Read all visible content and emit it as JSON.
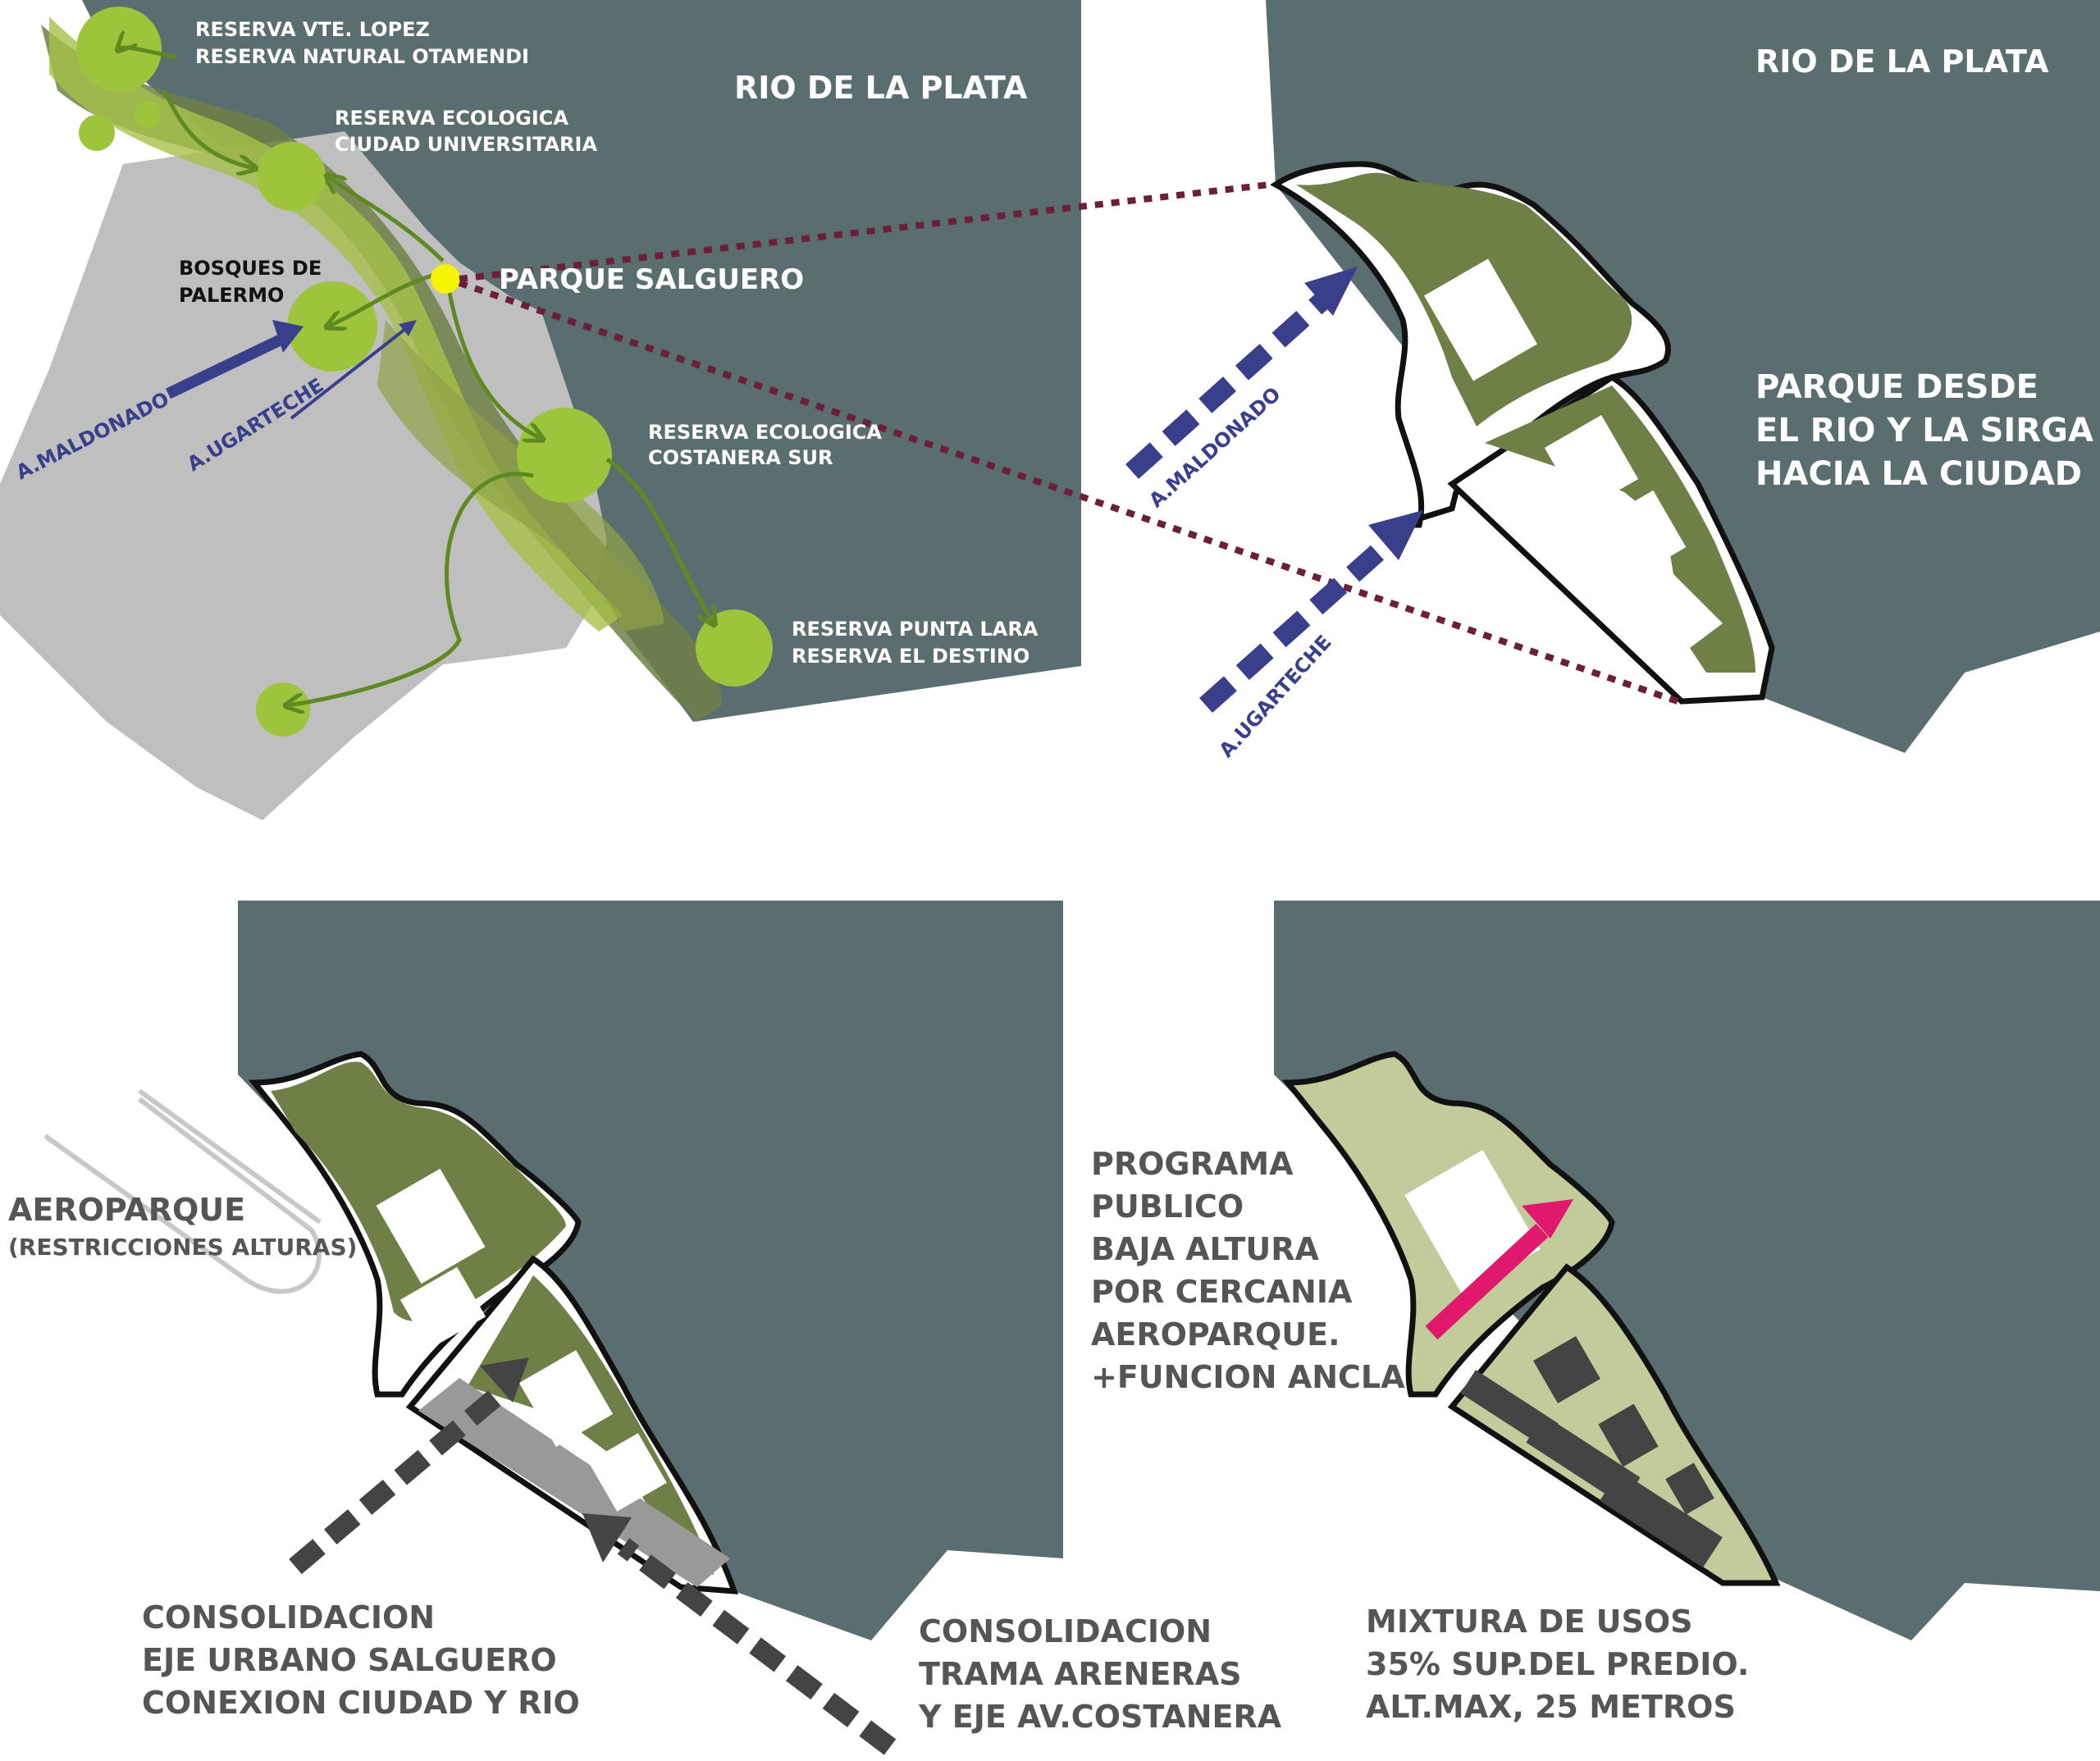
{
  "colors": {
    "river": "#5a6e6f",
    "city": "#bfbfbf",
    "green_dark": "#6e8046",
    "green_light": "#a6c24a",
    "green_pale": "#c2cc9a",
    "reserve": "#9ec43c",
    "salguero": "#f5f500",
    "dotted": "#6b1f3a",
    "avenue_blue": "#3a3f8c",
    "gray_arrow": "#444444",
    "pink_arrow": "#e0186e",
    "text_dark": "#555555"
  },
  "panel1": {
    "river_label": "RIO DE LA PLATA",
    "reserves": [
      {
        "line1": "RESERVA VTE. LOPEZ",
        "line2": "RESERVA NATURAL OTAMENDI"
      },
      {
        "line1": "RESERVA ECOLOGICA",
        "line2": "CIUDAD UNIVERSITARIA"
      },
      {
        "line1": "BOSQUES DE",
        "line2": "PALERMO"
      },
      {
        "line1": "RESERVA ECOLOGICA",
        "line2": "COSTANERA SUR"
      },
      {
        "line1": "RESERVA PUNTA LARA",
        "line2": "RESERVA EL DESTINO"
      }
    ],
    "park_label": "PARQUE SALGUERO",
    "avenue_1": "A.MALDONADO",
    "avenue_2": "A.UGARTECHE"
  },
  "panel2": {
    "river_label": "RIO DE LA PLATA",
    "title_lines": [
      "PARQUE DESDE",
      "EL RIO Y LA SIRGA",
      "HACIA LA CIUDAD"
    ],
    "avenue_1": "A.MALDONADO",
    "avenue_2": "A.UGARTECHE"
  },
  "panel3": {
    "aeroparque_title": "AEROPARQUE",
    "aeroparque_note": "(RESTRICCIONES ALTURAS)",
    "consolidation_1": [
      "CONSOLIDACION",
      "EJE URBANO SALGUERO",
      "CONEXION CIUDAD Y RIO"
    ],
    "consolidation_2": [
      "CONSOLIDACION",
      "TRAMA ARENERAS",
      "Y EJE AV.COSTANERA"
    ]
  },
  "panel4": {
    "program_lines": [
      "PROGRAMA",
      "PUBLICO",
      "BAJA ALTURA",
      "POR CERCANIA",
      "AEROPARQUE.",
      "+FUNCION ANCLA"
    ],
    "mix_lines": [
      "MIXTURA DE USOS",
      "35% SUP.DEL PREDIO.",
      "ALT.MAX, 25 METROS"
    ]
  }
}
